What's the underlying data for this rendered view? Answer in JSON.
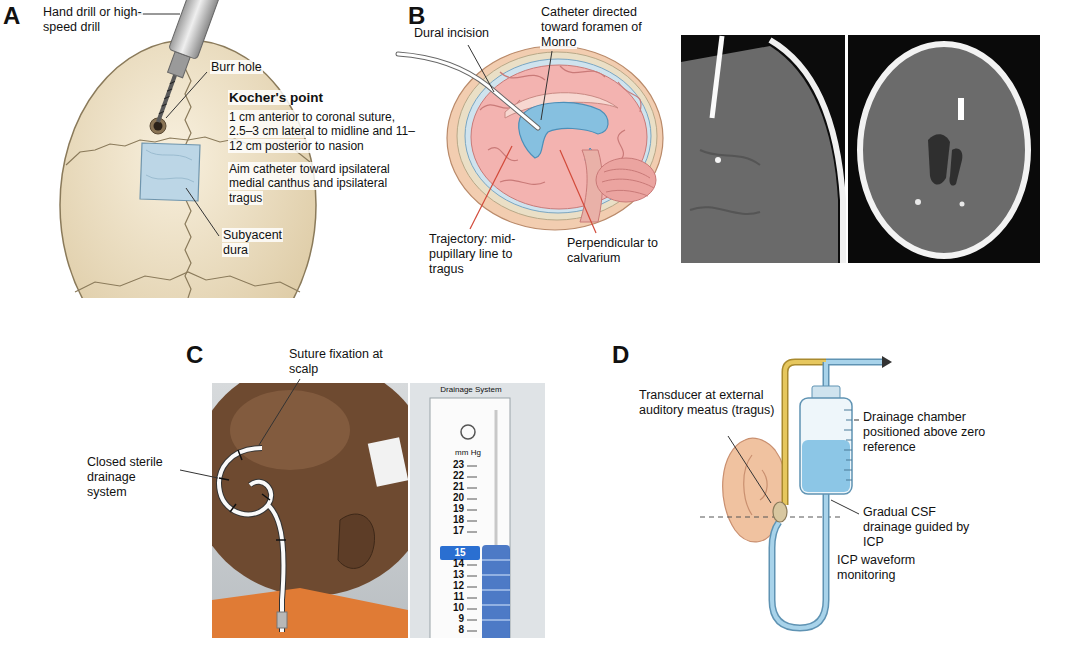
{
  "diagram": {
    "labels": [
      "A",
      "Hand drill or high-speed drill",
      "Burr hole",
      "Kocher's point",
      "1 cm anterior to coronal suture, 2.5–3 cm lateral to midline and 11–12 cm posterior to nasion",
      "Aim catheter toward ipsilateral medial canthus and ipsilateral tragus",
      "Subyacent dura",
      "B",
      "Dural incision",
      "Catheter directed toward foramen of Monro",
      "Trajectory: mid-pupillary line to tragus",
      "Perpendicular to calvarium",
      "C",
      "Suture fixation at scalp",
      "Closed sterile drainage system",
      "Drainage System",
      "mm Hg",
      "23",
      "22",
      "21",
      "20",
      "19",
      "18",
      "17",
      "15",
      "14",
      "13",
      "12",
      "11",
      "10",
      "9",
      "8",
      "D",
      "Transducer at external auditory meatus (tragus)",
      "Drainage chamber positioned above zero reference",
      "Gradual CSF drainage guided by ICP",
      "ICP waveform monitoring"
    ]
  }
}
